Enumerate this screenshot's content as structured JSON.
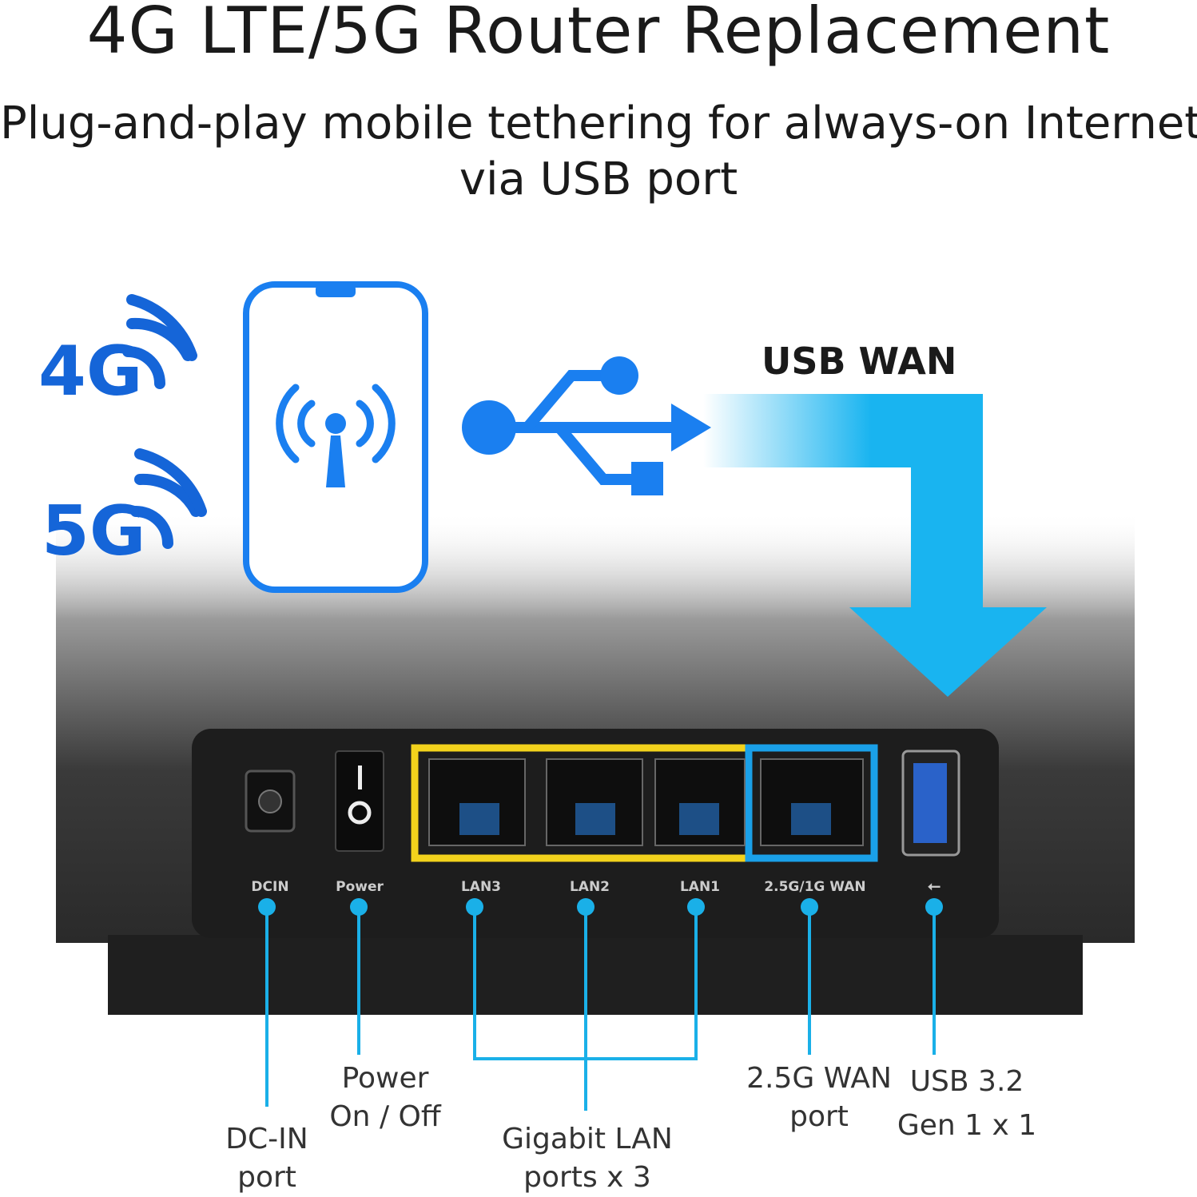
{
  "title": "4G LTE/5G Router Replacement",
  "subtitle_line1": "Plug-and-play mobile tethering for always-on Internet",
  "subtitle_line2": "via USB port",
  "signals": [
    "4G",
    "5G"
  ],
  "usb_wan_label": "USB WAN",
  "icons": [
    "phone-icon",
    "antenna-icon",
    "usb-icon",
    "signal-waves-icon",
    "down-arrow-icon"
  ],
  "colors": {
    "signal_blue": "#1565d8",
    "phone_blue": "#1a7ff0",
    "cyan": "#1ab0e8",
    "lan_frame": "#f2d21c",
    "wan_frame": "#1aa0e8"
  },
  "panel_labels": [
    "DCIN",
    "Power",
    "LAN3",
    "LAN2",
    "LAN1",
    "2.5G/1G WAN"
  ],
  "callouts": {
    "dcin": [
      "DC-IN",
      "port"
    ],
    "power": [
      "Power",
      "On / Off"
    ],
    "lan": [
      "Gigabit LAN",
      "ports x 3"
    ],
    "wan": [
      "2.5G WAN",
      "port"
    ],
    "usb": [
      "USB 3.2",
      "Gen 1 x 1"
    ]
  }
}
